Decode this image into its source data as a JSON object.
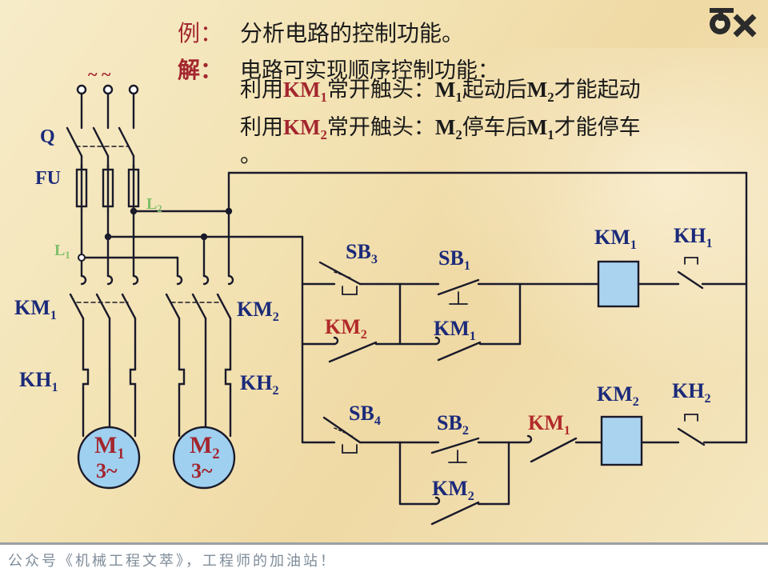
{
  "example": {
    "label": "例：",
    "text": "分析电路的控制功能。"
  },
  "solution": {
    "label": "解：",
    "line1": "电路可实现顺序控制功能：",
    "line2": {
      "a": "利用",
      "km": "KM",
      "km_sub": "1",
      "b": "常开触头：",
      "m1": "M",
      "m1_sub": "1",
      "c": "起动后",
      "m2": "M",
      "m2_sub": "2",
      "d": "才能起动"
    },
    "line3": {
      "a": "利用",
      "km": "KM",
      "km_sub": "2",
      "b": "常开触头：",
      "m1": "M",
      "m1_sub": "2",
      "c": "停车后",
      "m2": "M",
      "m2_sub": "1",
      "d": "才能停车"
    },
    "line4": "。"
  },
  "labels": {
    "tilde": "~ ~",
    "q": "Q",
    "fu": "FU",
    "l2": "L",
    "l2_sub": "2",
    "l1": "L",
    "l1_sub": "1",
    "km1_left": {
      "t": "KM",
      "s": "1"
    },
    "kh1_left": {
      "t": "KH",
      "s": "1"
    },
    "km2_mid": {
      "t": "KM",
      "s": "2"
    },
    "kh2_mid": {
      "t": "KH",
      "s": "2"
    },
    "sb3": {
      "t": "SB",
      "s": "3"
    },
    "sb1": {
      "t": "SB",
      "s": "1"
    },
    "km2_red_top": {
      "t": "KM",
      "s": "2"
    },
    "km1_aux_top": {
      "t": "KM",
      "s": "1"
    },
    "km1_coil": {
      "t": "KM",
      "s": "1"
    },
    "kh1_ctrl": {
      "t": "KH",
      "s": "1"
    },
    "sb4": {
      "t": "SB",
      "s": "4"
    },
    "sb2": {
      "t": "SB",
      "s": "2"
    },
    "km1_red_bot": {
      "t": "KM",
      "s": "1"
    },
    "km2_coil": {
      "t": "KM",
      "s": "2"
    },
    "kh2_ctrl": {
      "t": "KH",
      "s": "2"
    },
    "km2_aux_bot": {
      "t": "KM",
      "s": "2"
    }
  },
  "motors": [
    {
      "name": "M",
      "sub": "1",
      "phase": "3~"
    },
    {
      "name": "M",
      "sub": "2",
      "phase": "3~"
    }
  ],
  "footer": "公众号《机械工程文萃》，工程师的加油站！",
  "colors": {
    "wire": "#1a1a2a",
    "coil": "#aad3f0",
    "motor_fill": "#9fd0f0",
    "label_blue": "#1b2a7a",
    "label_red": "#a3262e"
  }
}
